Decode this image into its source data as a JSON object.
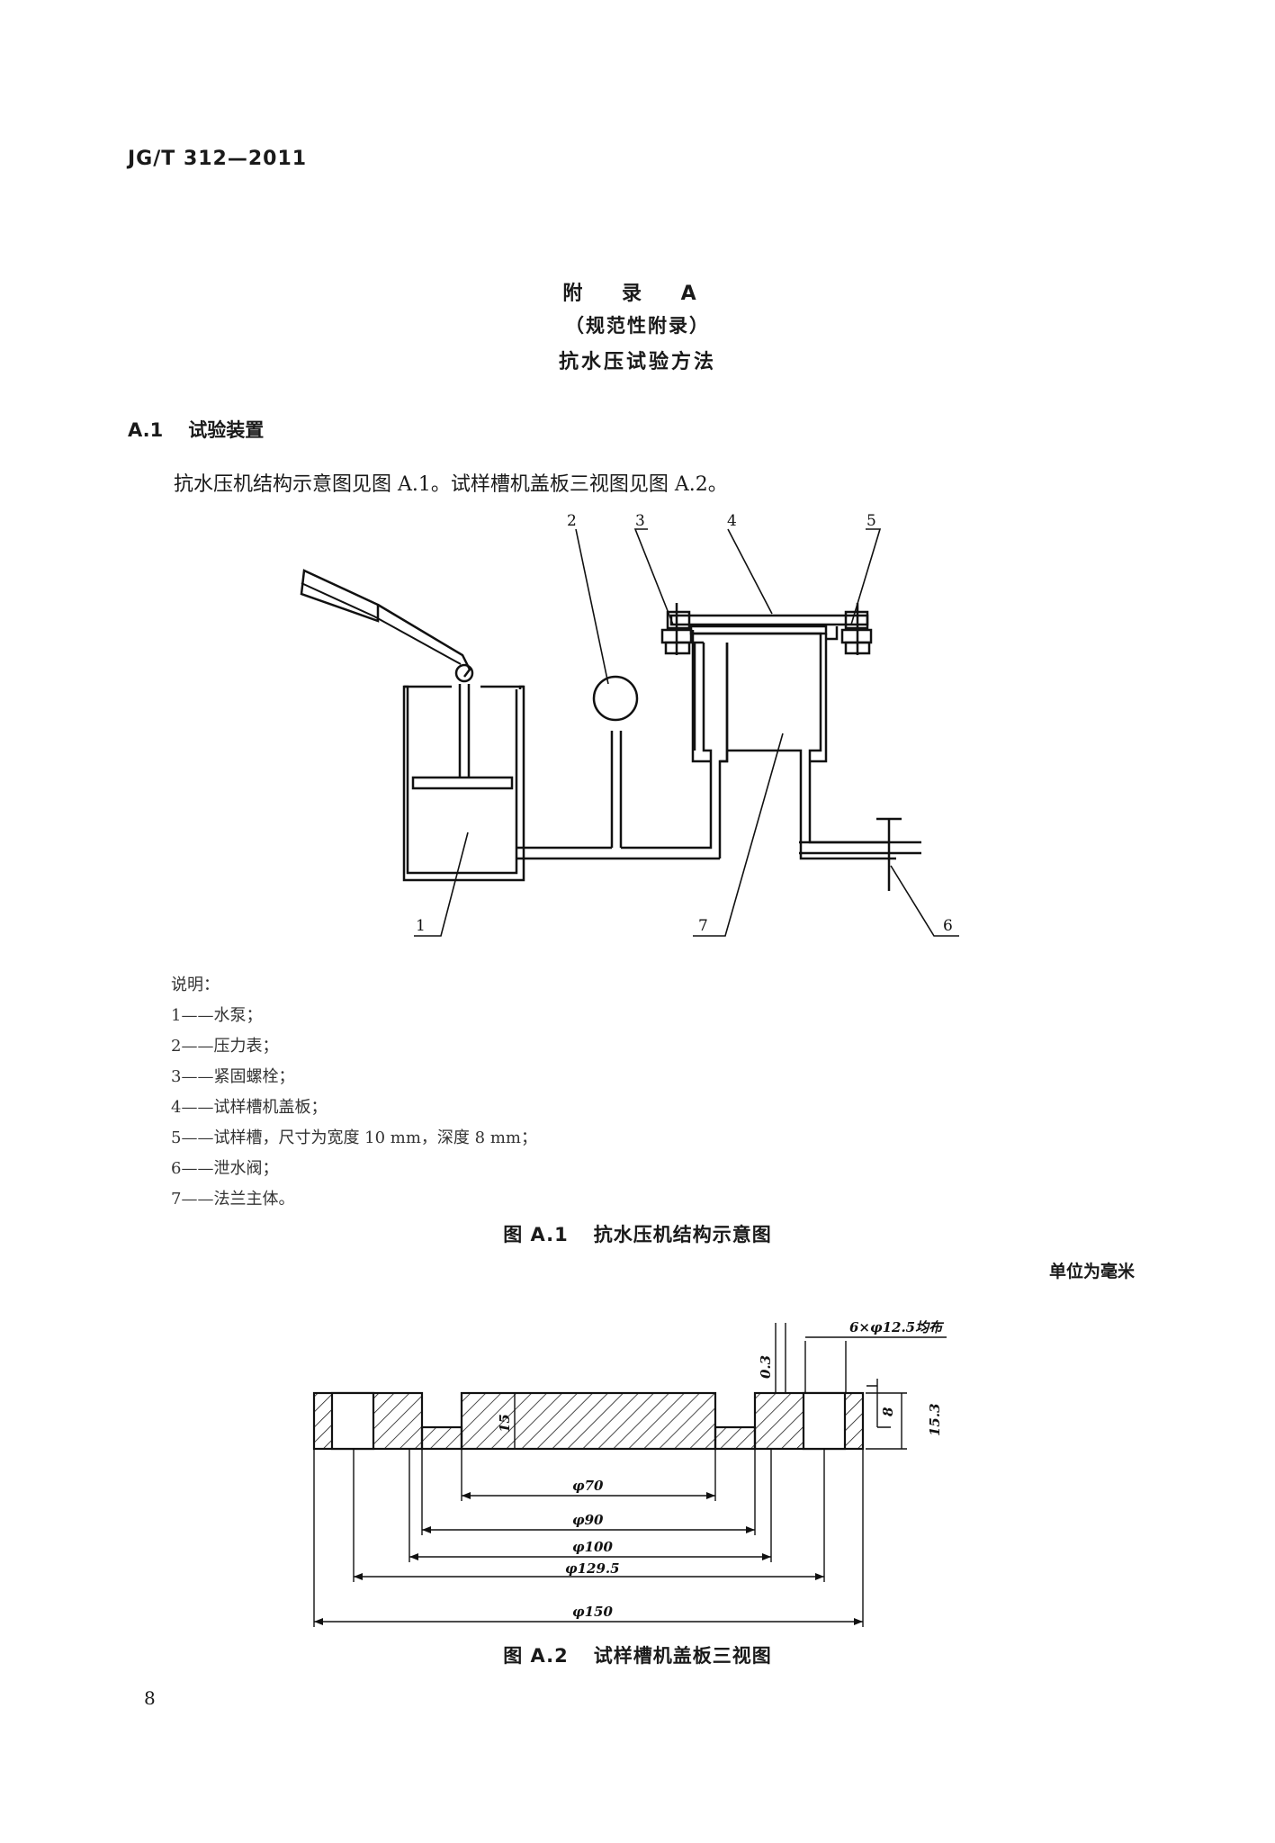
{
  "header": {
    "standard_code": "JG/T 312—2011"
  },
  "appendix": {
    "title": "附 录 A",
    "type": "（规范性附录）",
    "name": "抗水压试验方法"
  },
  "section": {
    "number": "A.1",
    "title": "试验装置",
    "paragraph": "抗水压机结构示意图见图 A.1。试样槽机盖板三视图见图 A.2。"
  },
  "figure1": {
    "callouts": [
      "1",
      "2",
      "3",
      "4",
      "5",
      "6",
      "7"
    ],
    "notes_title": "说明：",
    "notes": [
      "1——水泵；",
      "2——压力表；",
      "3——紧固螺栓；",
      "4——试样槽机盖板；",
      "5——试样槽，尺寸为宽度 10 mm，深度 8 mm；",
      "6——泄水阀；",
      "7——法兰主体。"
    ],
    "caption_number": "图 A.1",
    "caption_text": "抗水压机结构示意图"
  },
  "figure2": {
    "unit": "单位为毫米",
    "dimensions": {
      "holes": "6×φ12.5均布",
      "gap": "0.3",
      "groove_depth": "8",
      "thickness": "15.3",
      "boss_height": "15",
      "d70": "φ70",
      "d90": "φ90",
      "d100": "φ100",
      "d129_5": "φ129.5",
      "d150": "φ150"
    },
    "caption_number": "图 A.2",
    "caption_text": "试样槽机盖板三视图"
  },
  "footer": {
    "page_number": "8"
  }
}
